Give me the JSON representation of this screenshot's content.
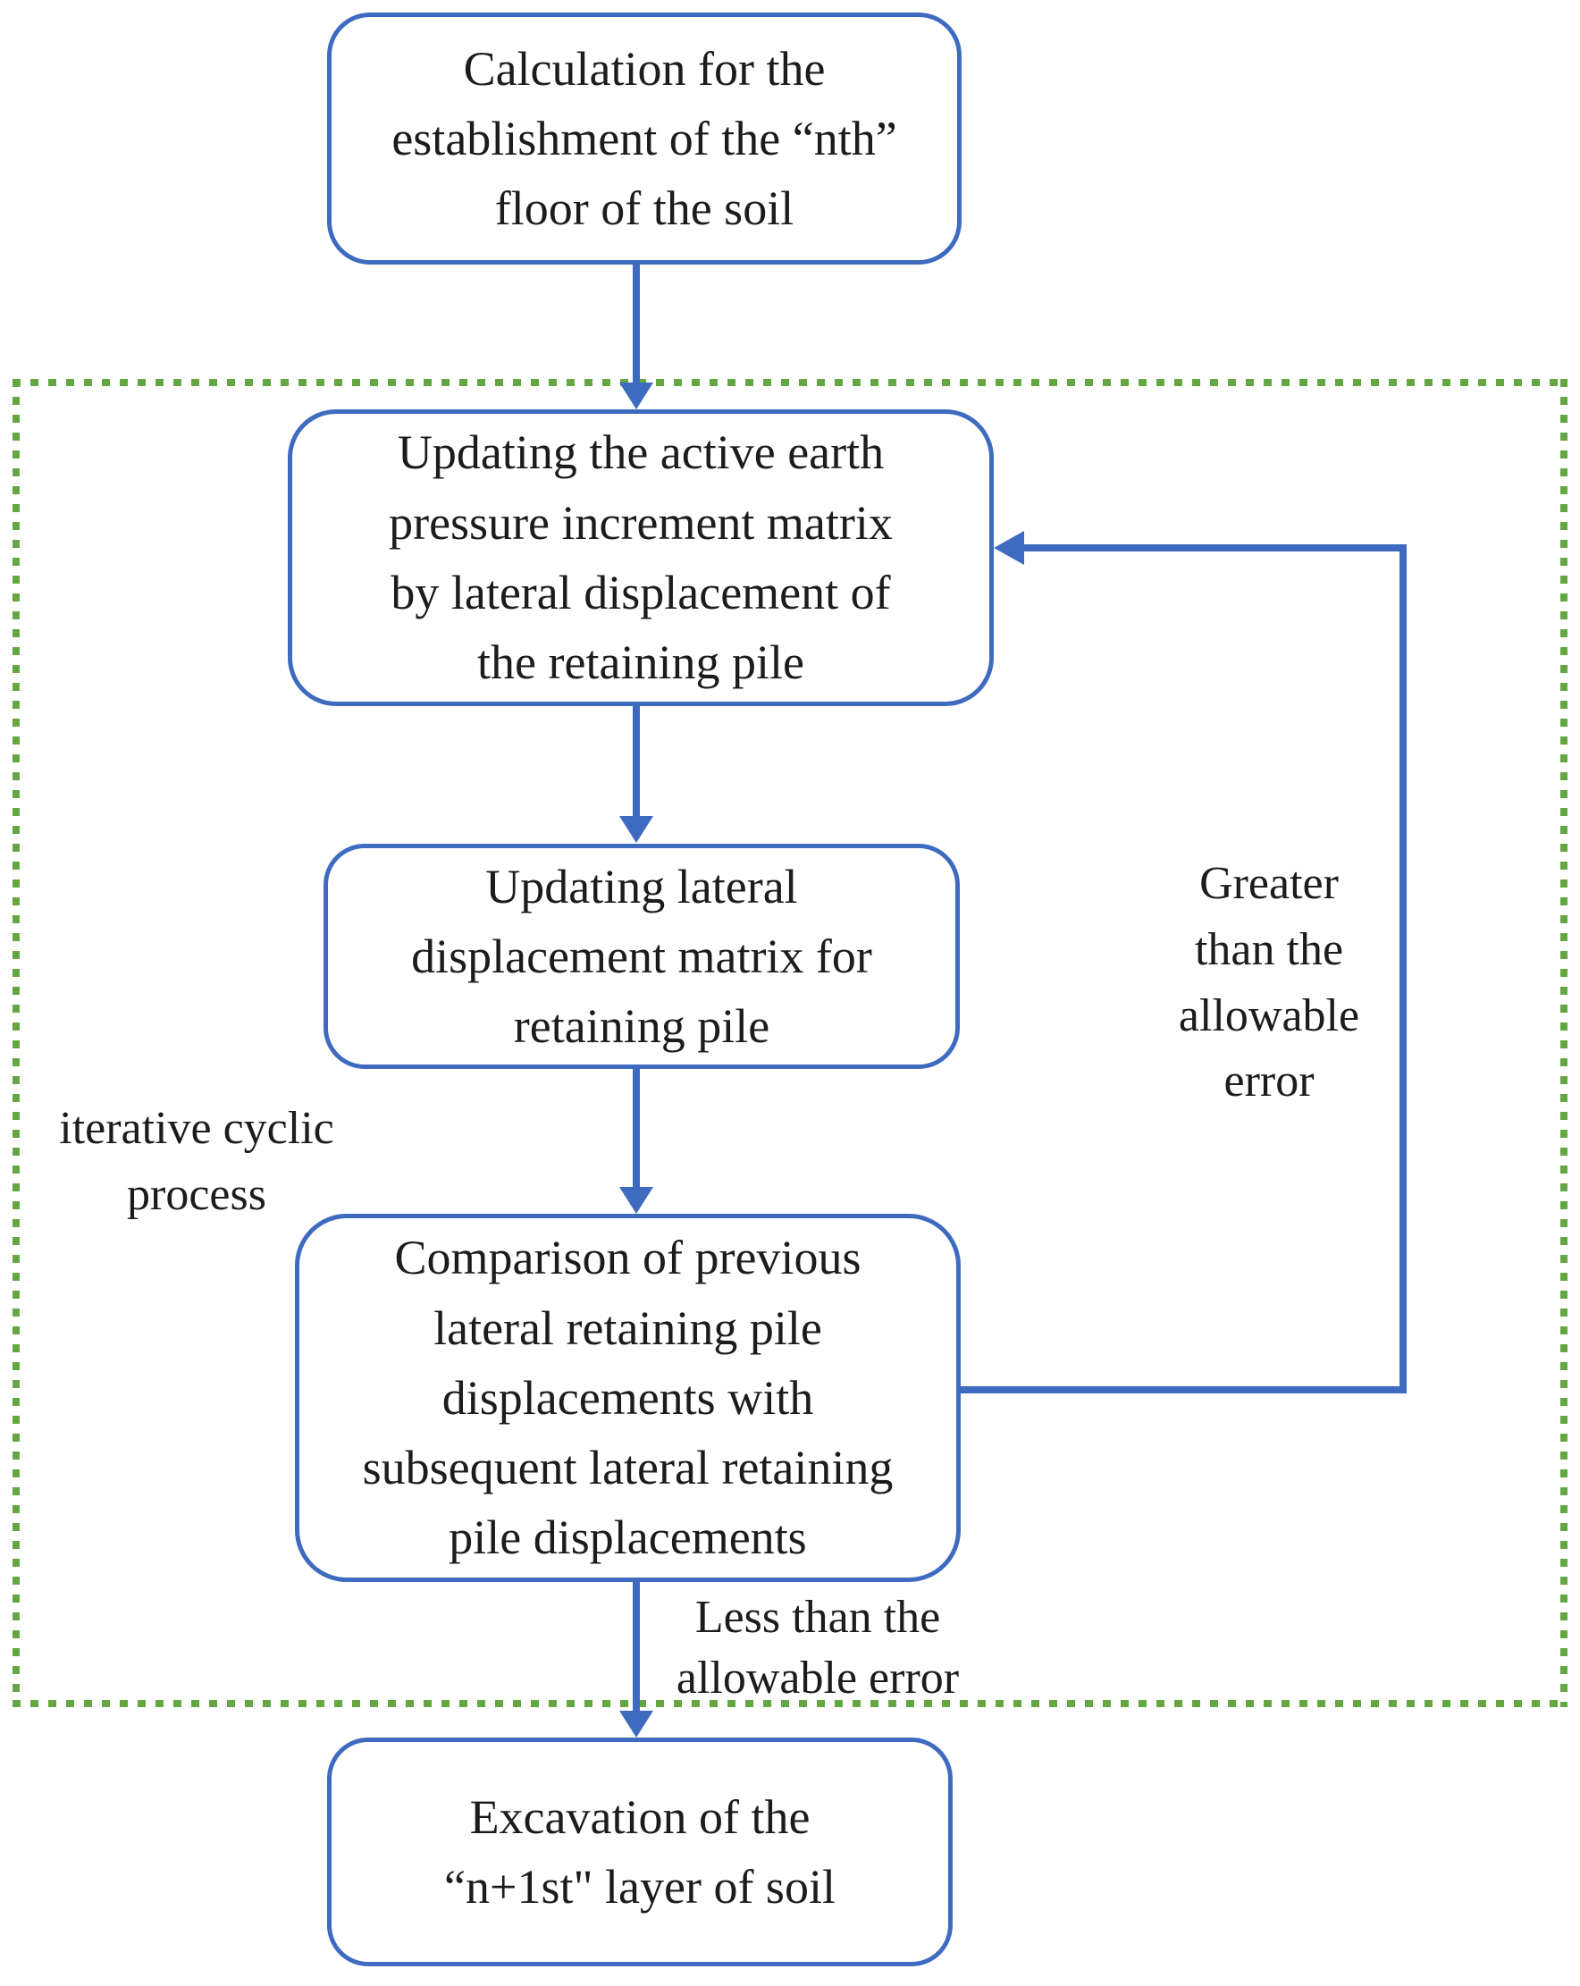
{
  "flowchart": {
    "title": "Iterative calculation flowchart for retaining pile excavation",
    "nodes": {
      "calc": {
        "text": "Calculation for the\nestablishment of the “nth”\nfloor of the soil"
      },
      "pressure": {
        "text": "Updating the active earth\npressure increment matrix\nby lateral displacement of\nthe retaining pile"
      },
      "displacement": {
        "text": "Updating lateral\ndisplacement matrix for\nretaining pile"
      },
      "comparison": {
        "text": "Comparison of previous\nlateral retaining pile\ndisplacements with\nsubsequent lateral retaining\npile displacements"
      },
      "excavation": {
        "text": "Excavation of the\n“n+1st\" layer of soil"
      }
    },
    "edge_labels": {
      "greater": "Greater\nthan the\nallowable\nerror",
      "less": "Less than the\nallowable error",
      "region": "iterative cyclic\nprocess"
    },
    "colors": {
      "line_blue": "#3E6BC0",
      "region_green": "#64A742",
      "text": "#1C1C1C",
      "background": "#FFFFFF"
    }
  }
}
